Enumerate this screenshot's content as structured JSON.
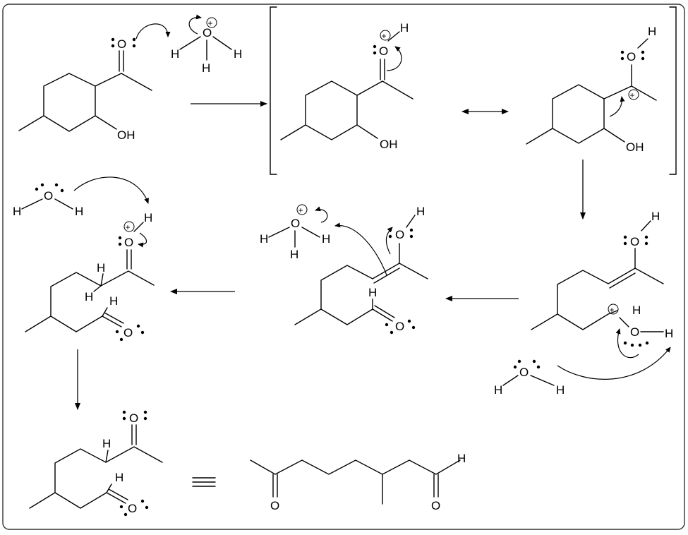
{
  "atoms": {
    "O": "O",
    "H": "H",
    "OH": "OH",
    "plus": "+"
  }
}
